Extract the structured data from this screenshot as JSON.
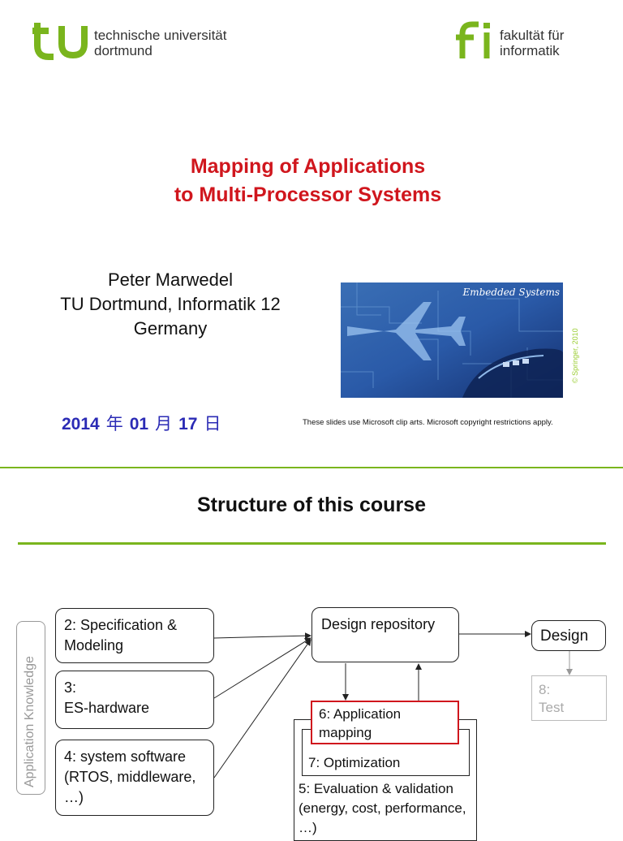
{
  "header": {
    "tu_logo_text": "tu",
    "tu_name_line1": "technische universität",
    "tu_name_line2": "dortmund",
    "fi_logo_text": "fi",
    "fi_name_line1": "fakultät für",
    "fi_name_line2": "informatik"
  },
  "slide1": {
    "title_line1": "Mapping of Applications",
    "title_line2": "to Multi-Processor Systems",
    "author_name": "Peter Marwedel",
    "author_affiliation": "TU Dortmund, Informatik 12",
    "author_country": "Germany",
    "cover_label": "Embedded Systems",
    "cover_copyright": "© Springer, 2010",
    "date_year": "2014",
    "date_year_char": "年",
    "date_month": "01",
    "date_month_char": "月",
    "date_day": "17",
    "date_day_char": "日",
    "clip_art_note": "These slides use Microsoft clip arts. Microsoft copyright restrictions apply."
  },
  "slide2": {
    "title": "Structure of this course",
    "side_label": "Application Knowledge",
    "box_spec": "2: Specification & Modeling",
    "box_hardware_line1": "3:",
    "box_hardware_line2": "ES-hardware",
    "box_software": "4: system software (RTOS, middleware, …)",
    "box_repository": "Design repository",
    "box_design": "Design",
    "box_test_line1": "8:",
    "box_test_line2": "Test",
    "box_mapping": "6: Application mapping",
    "box_optimization": "7: Optimization",
    "box_evaluation": "5: Evaluation & validation (energy, cost, performance, …)"
  },
  "colors": {
    "accent_green": "#7ab51d",
    "title_red": "#d0161d",
    "date_blue": "#2b2bb5"
  }
}
